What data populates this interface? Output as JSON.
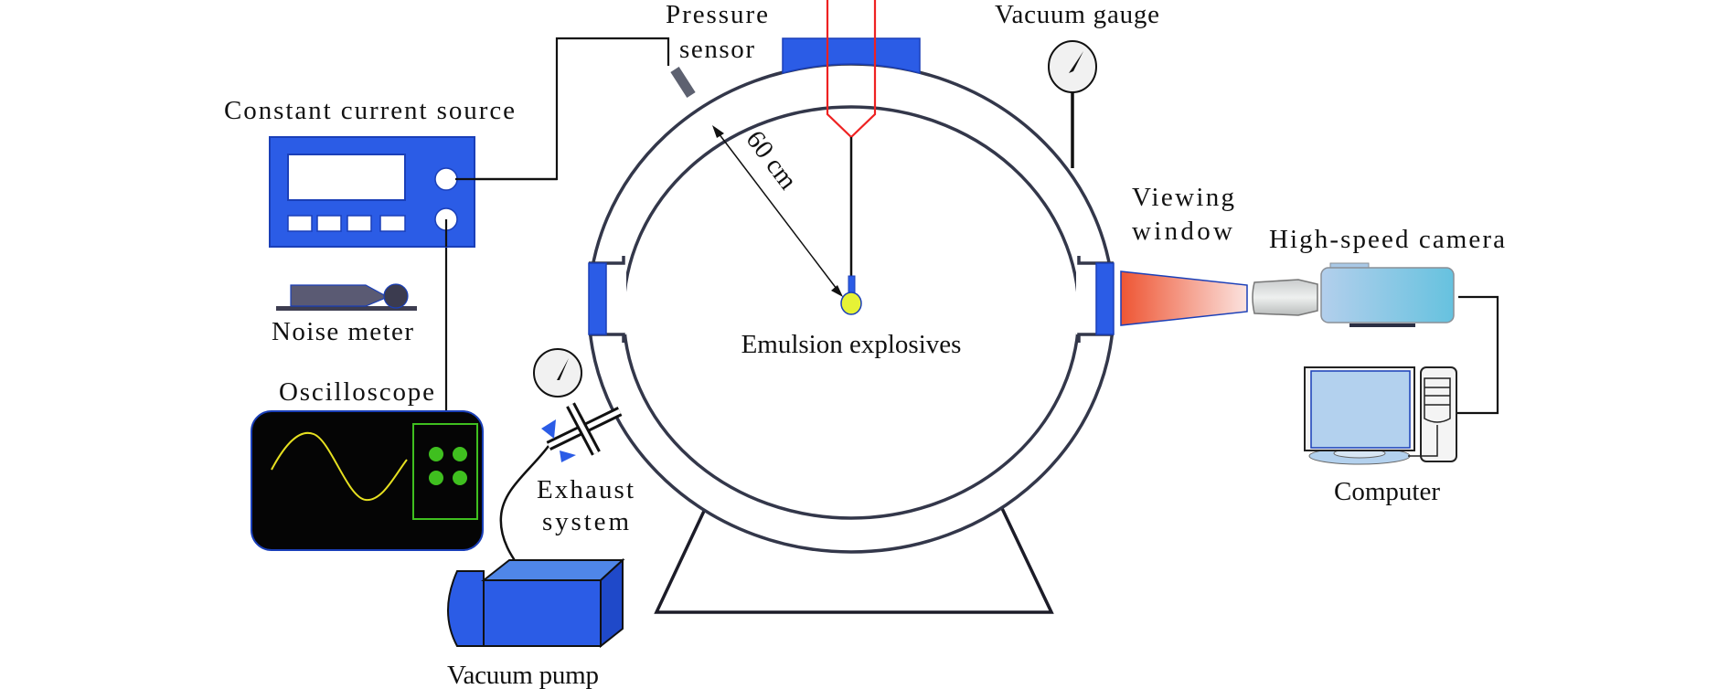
{
  "diagram": {
    "title": "Vacuum chamber explosion test setup",
    "colors": {
      "device_blue": "#2b5ce6",
      "chamber_line": "#33374a",
      "detonator_wire": "#ee2222",
      "explosive_yellow": "#e6f236",
      "scope_bg": "#050505",
      "scope_wave": "#e6e020",
      "scope_green": "#3fbf1f",
      "camera_blue": "#7cc6e0",
      "screen_blue": "#b3d1ee",
      "beam_red": "#ee5533"
    },
    "labels": {
      "constant_current_source": "Constant current source",
      "noise_meter": "Noise meter",
      "oscilloscope": "Oscilloscope",
      "pressure_sensor_line1": "Pressure",
      "pressure_sensor_line2": "sensor",
      "vacuum_gauge": "Vacuum gauge",
      "radius": "60 cm",
      "emulsion_explosives": "Emulsion explosives",
      "viewing_window_line1": "Viewing",
      "viewing_window_line2": "window",
      "high_speed_camera": "High-speed camera",
      "computer": "Computer",
      "exhaust_system_line1": "Exhaust",
      "exhaust_system_line2": "system",
      "vacuum_pump": "Vacuum pump"
    }
  }
}
